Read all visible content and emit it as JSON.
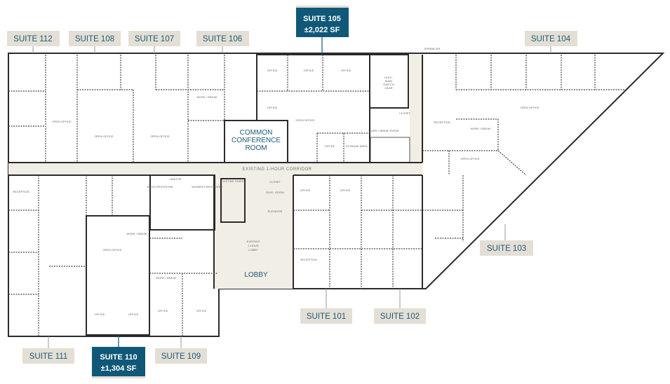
{
  "colors": {
    "highlight": "#b4cbe0",
    "common": "#f1eee6",
    "label_bg": "#e4dfd5",
    "label_text": "#1d5a78",
    "featured_bg": "#0f5878"
  },
  "suites": {
    "s112": "SUITE 112",
    "s108": "SUITE 108",
    "s107": "SUITE 107",
    "s106": "SUITE 106",
    "s104": "SUITE 104",
    "s103": "SUITE 103",
    "s101": "SUITE 101",
    "s102": "SUITE 102",
    "s111": "SUITE 111",
    "s109": "SUITE 109",
    "s105": {
      "name": "SUITE 105",
      "area": "±2,022 SF"
    },
    "s110": {
      "name": "SUITE 110",
      "area": "±1,304 SF"
    }
  },
  "common": {
    "conference": [
      "COMMON",
      "CONFERENCE",
      "ROOM"
    ],
    "corridor": "EXISTING 1-HOUR CORRIDOR",
    "lobby": "LOBBY",
    "lobby_note": [
      "EXISTING",
      "1-HOUR",
      "LOBBY"
    ]
  },
  "rooms": {
    "office": "OFFICE",
    "open_office": "OPEN OFFICE",
    "work_break": "WORK / BREAK",
    "work_break_room": "WORK / BREAK ROOM",
    "reception": "RECEPTION",
    "elevator": "ELEVATOR",
    "closet": "CLOSET",
    "elec_room": "ELEC. ROOM",
    "switchgear": [
      "ELEC.",
      "MAIN",
      "SWITCH",
      "GEAR"
    ],
    "storage": "STORAGE AREA",
    "stairs": "EXISTING STAIRS",
    "sprinkler": "SPRINKLER",
    "mens": "MEN'S RESTROOM",
    "womens": "WOMEN'S RESTROOM",
    "janitor": "JANITOR"
  }
}
